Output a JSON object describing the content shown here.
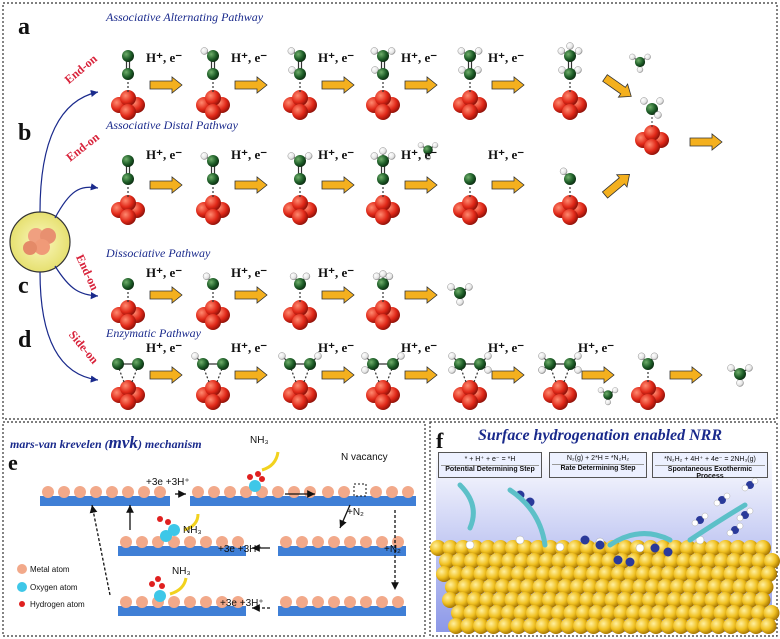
{
  "panels": {
    "a": {
      "letter": "a",
      "pathway": "Associative Alternating Pathway",
      "mode": "End-on"
    },
    "b": {
      "letter": "b",
      "pathway": "Associative Distal Pathway",
      "mode": "End-on"
    },
    "c": {
      "letter": "c",
      "pathway": "Dissociative Pathway",
      "mode": "End-on"
    },
    "d": {
      "letter": "d",
      "pathway": "Enzymatic Pathway",
      "mode": "Side-on"
    },
    "e": {
      "letter": "e",
      "title_pre": "mars-van krevelen (",
      "title_mvk": "mvk",
      "title_post": ") mechanism"
    },
    "f": {
      "letter": "f",
      "title": "Surface hydrogenation enabled NRR"
    }
  },
  "step_label": "H⁺, e⁻",
  "e_diagram": {
    "nh3": "NH₃",
    "n_vacancy": "N vacancy",
    "step1": "+3e +3H⁺",
    "step2": "+N₂",
    "step3": "+N₂",
    "step4": "+3e +3H⁺",
    "step5": "+3e +3H⁺",
    "legend": [
      "Metal atom",
      "Oxygen atom",
      "Hydrogen atom"
    ],
    "colors": {
      "metal": "#f2a98a",
      "oxygen": "#3ec7e8",
      "hydrogen": "#e0201f",
      "slab": "#3f7fd6"
    }
  },
  "f_diagram": {
    "boxes": [
      {
        "eq": "* + H⁺ + e⁻ = *H",
        "desc": "Potential Determining Step"
      },
      {
        "eq": "N₂(g) + 2*H = *N₂H₂",
        "desc": "Rate Determining Step"
      },
      {
        "eq": "*N₂H₂ + 4H⁺ + 4e⁻ = 2NH₃(g)",
        "desc": "Spontaneous Exothermic Process"
      }
    ]
  },
  "colors": {
    "arrow": "#f4b01e",
    "oxygen": "#e02818",
    "nitrogen": "#1e5e28",
    "hydrogen": "#ffffff",
    "curve": "#1a2a8c"
  }
}
